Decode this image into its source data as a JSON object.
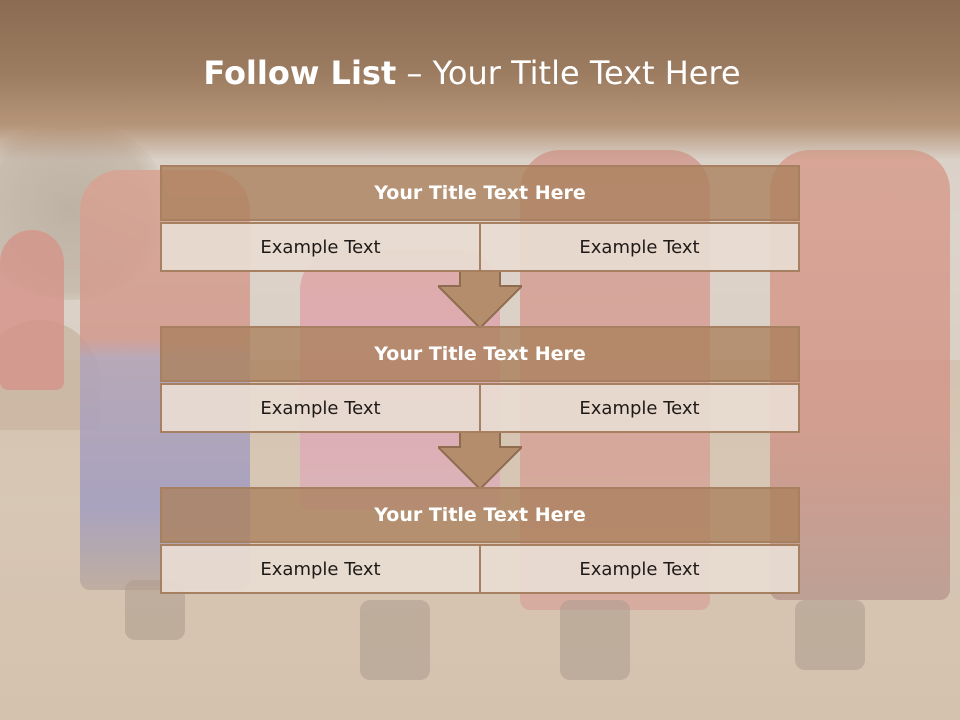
{
  "slide": {
    "title_bold": "Follow List",
    "title_rest": " – Your Title Text Here"
  },
  "steps": [
    {
      "title": "Your Title Text Here",
      "left": "Example Text",
      "right": "Example Text"
    },
    {
      "title": "Your Title Text Here",
      "left": "Example Text",
      "right": "Example Text"
    },
    {
      "title": "Your Title Text Here",
      "left": "Example Text",
      "right": "Example Text"
    }
  ],
  "colors": {
    "title_band": "#8a6c52",
    "step_header": "#aa805c",
    "cell_background": "#e8dcd2",
    "border": "#a78061",
    "arrow_fill": "#b38d6c"
  }
}
